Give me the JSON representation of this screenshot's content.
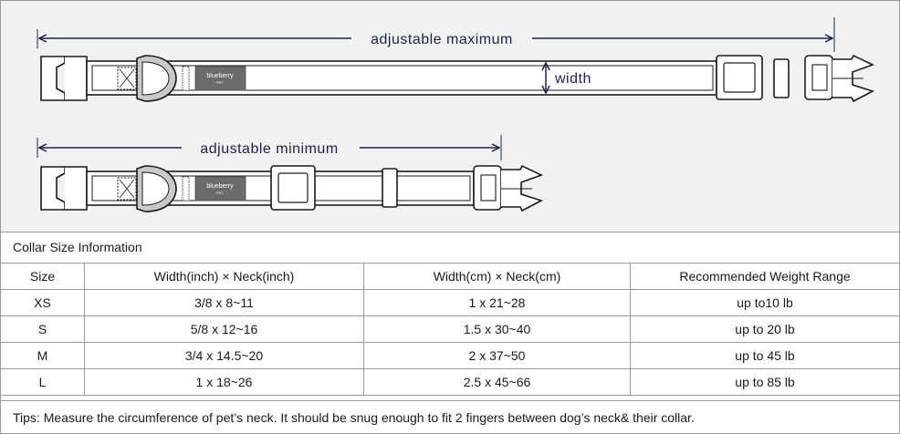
{
  "diagram": {
    "max_label": "adjustable maximum",
    "min_label": "adjustable minimum",
    "width_label": "width",
    "brand_name": "blueberry",
    "brand_sub": "PET",
    "accent_color": "#1e2248"
  },
  "info": {
    "title": "Collar Size Information"
  },
  "table": {
    "headers": [
      "Size",
      "Width(inch)  × Neck(inch)",
      "Width(cm)  × Neck(cm)",
      "Recommended Weight Range"
    ],
    "rows": [
      [
        "XS",
        "3/8 x 8~11",
        "1 x 21~28",
        "up to10 lb"
      ],
      [
        "S",
        "5/8 x 12~16",
        "1.5 x 30~40",
        "up to 20 lb"
      ],
      [
        "M",
        "3/4 x 14.5~20",
        "2 x 37~50",
        "up to 45 lb"
      ],
      [
        "L",
        "1 x 18~26",
        "2.5 x 45~66",
        "up to 85 lb"
      ]
    ]
  },
  "tips": {
    "text": "Tips: Measure the circumference of pet’s neck. It should be snug enough to fit 2 fingers between dog’s neck& their collar."
  }
}
